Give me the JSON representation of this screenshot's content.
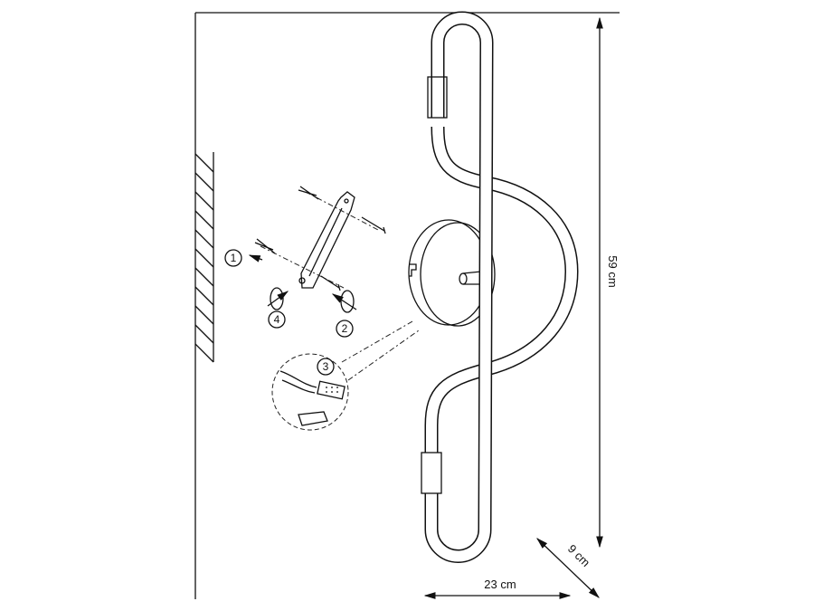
{
  "dimensions": {
    "height": "59 cm",
    "width": "23 cm",
    "depth": "9 cm"
  },
  "steps": [
    "1",
    "2",
    "3",
    "4"
  ],
  "colors": {
    "line": "#111111",
    "background": "#ffffff"
  }
}
